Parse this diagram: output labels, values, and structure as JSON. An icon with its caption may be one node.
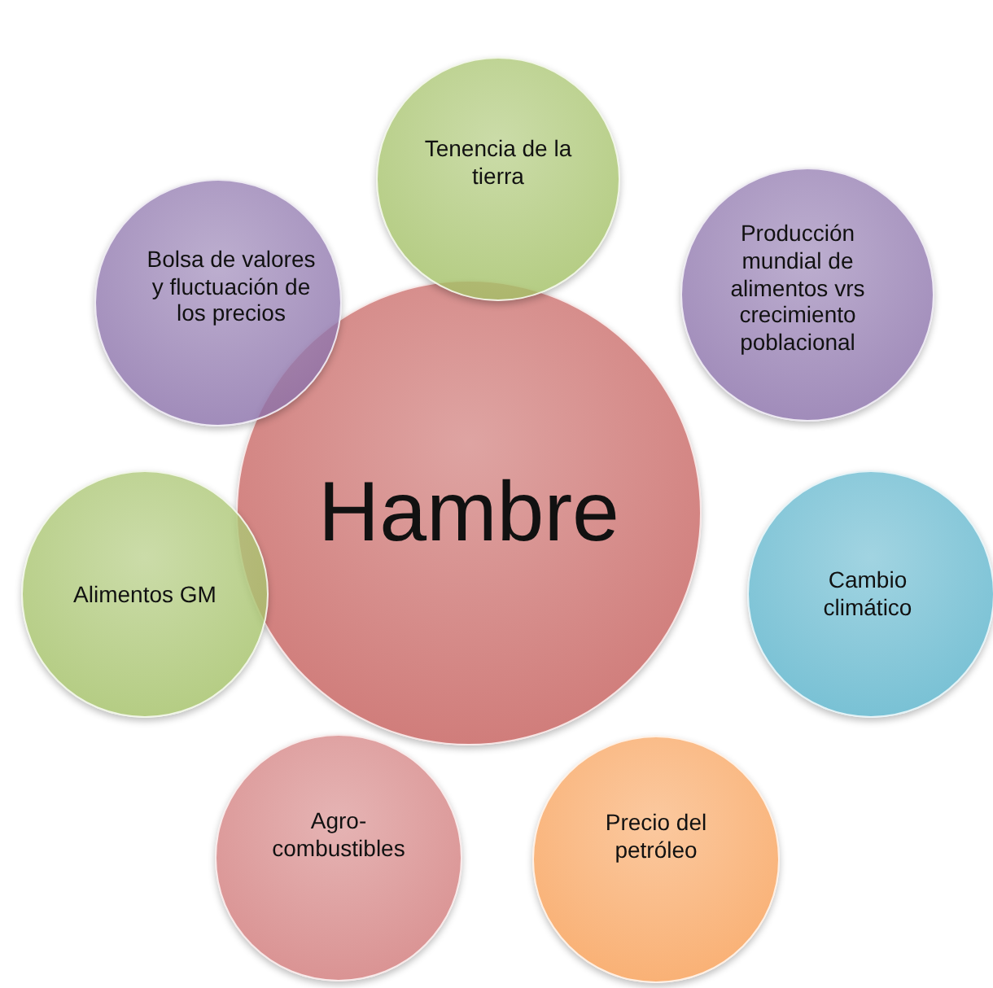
{
  "diagram": {
    "nodes": [
      {
        "text": [
          "Hambre"
        ]
      },
      {
        "text": [
          "Tenencia de la tierra"
        ]
      },
      {
        "text": [
          "Bolsa de valores y fluctuación de los precios"
        ]
      },
      {
        "text": [
          "Producción mundial de alimentos vrs crecimiento poblacional"
        ]
      },
      {
        "text": [
          "Alimentos GM"
        ]
      },
      {
        "text": [
          "Cambio climático"
        ]
      },
      {
        "text": [
          "Agro-combustibles"
        ]
      },
      {
        "text": [
          "Precio del petróleo"
        ]
      }
    ]
  }
}
